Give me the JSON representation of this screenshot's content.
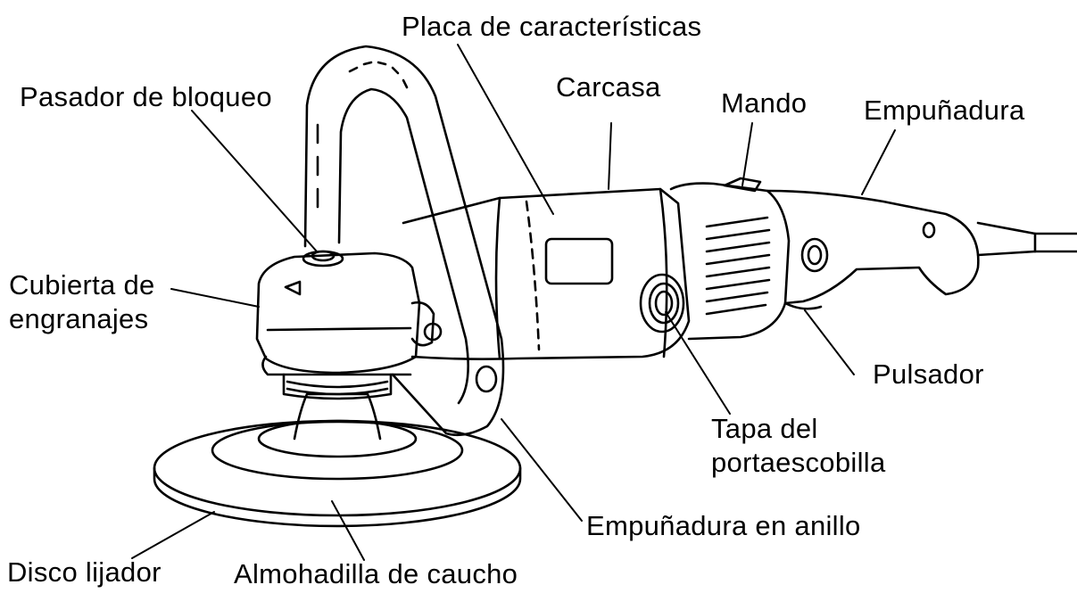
{
  "labels": {
    "nameplate": "Placa de características",
    "housing": "Carcasa",
    "knob": "Mando",
    "handle": "Empuñadura",
    "lock_pin": "Pasador de bloqueo",
    "gear_cover_line1": "Cubierta de",
    "gear_cover_line2": "engranajes",
    "trigger": "Pulsador",
    "brush_cap_line1": "Tapa del",
    "brush_cap_line2": "portaescobilla",
    "loop_handle": "Empuñadura en anillo",
    "sanding_disc": "Disco lijador",
    "rubber_pad": "Almohadilla de caucho"
  },
  "colors": {
    "ink": "#000000",
    "paper": "#ffffff"
  }
}
